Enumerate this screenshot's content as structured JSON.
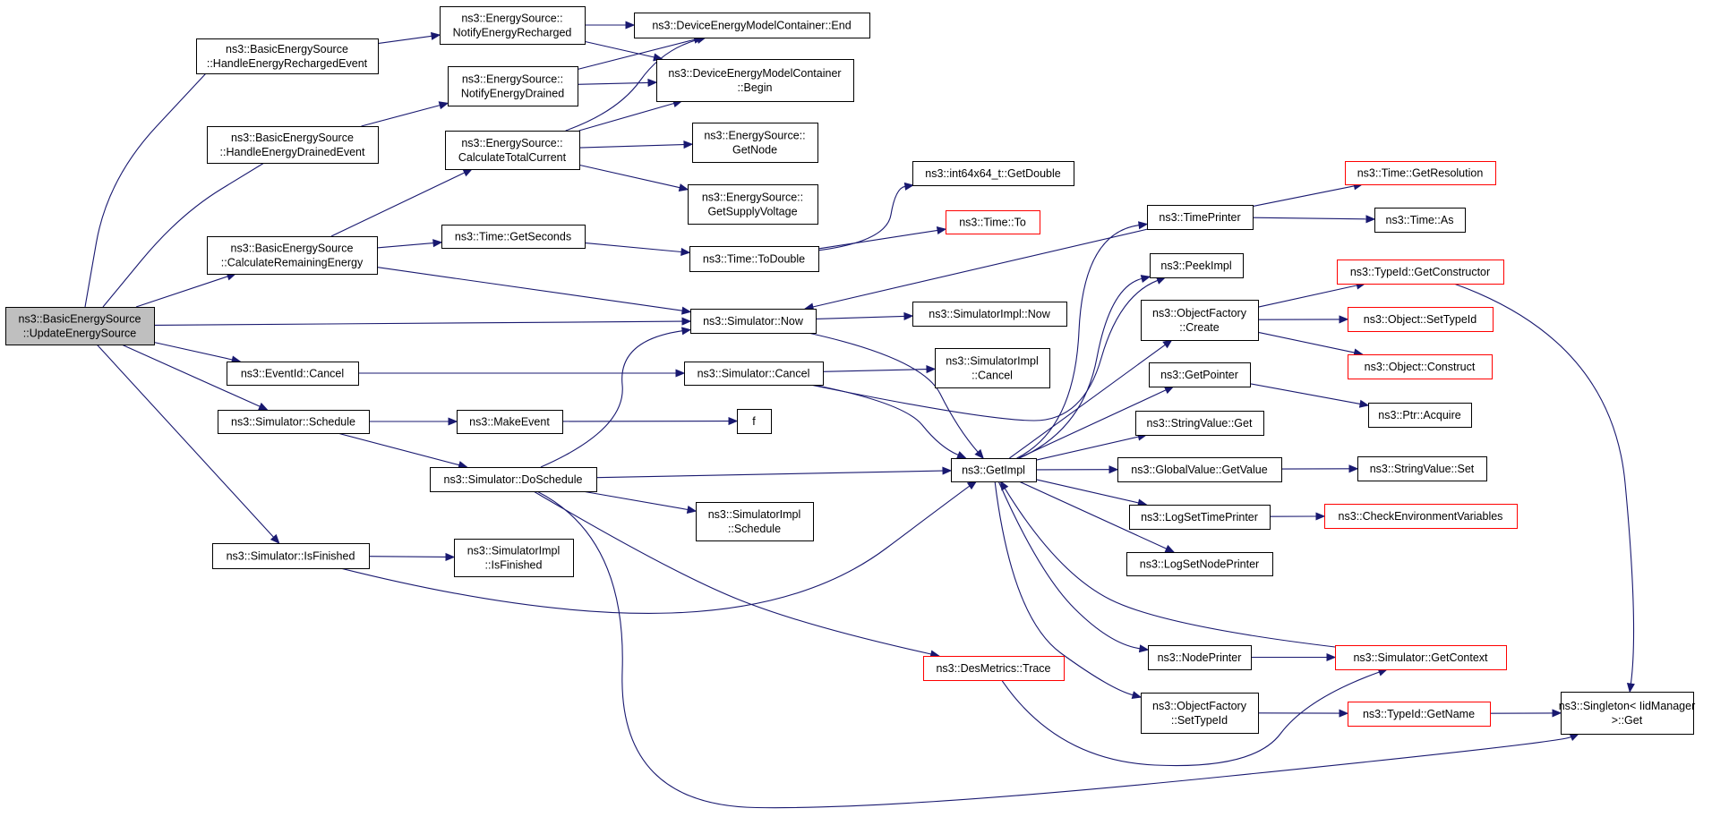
{
  "colors": {
    "edge": "#191970",
    "node_border": "#000000",
    "node_border_truncated": "#ff0000",
    "root_fill": "#bfbfbf",
    "node_fill": "#ffffff"
  },
  "nodes": [
    {
      "id": "root",
      "lines": [
        "ns3::BasicEnergySource",
        "::UpdateEnergySource"
      ],
      "style": "root"
    },
    {
      "id": "handleRecharged",
      "lines": [
        "ns3::BasicEnergySource",
        "::HandleEnergyRechargedEvent"
      ],
      "style": "normal"
    },
    {
      "id": "handleDrained",
      "lines": [
        "ns3::BasicEnergySource",
        "::HandleEnergyDrainedEvent"
      ],
      "style": "normal"
    },
    {
      "id": "calcRemaining",
      "lines": [
        "ns3::BasicEnergySource",
        "::CalculateRemainingEnergy"
      ],
      "style": "normal"
    },
    {
      "id": "eventCancel",
      "lines": [
        "ns3::EventId::Cancel"
      ],
      "style": "normal"
    },
    {
      "id": "simSchedule",
      "lines": [
        "ns3::Simulator::Schedule"
      ],
      "style": "normal"
    },
    {
      "id": "simIsFinished",
      "lines": [
        "ns3::Simulator::IsFinished"
      ],
      "style": "normal"
    },
    {
      "id": "notifyRecharged",
      "lines": [
        "ns3::EnergySource::",
        "NotifyEnergyRecharged"
      ],
      "style": "normal"
    },
    {
      "id": "notifyDrained",
      "lines": [
        "ns3::EnergySource::",
        "NotifyEnergyDrained"
      ],
      "style": "normal"
    },
    {
      "id": "calcTotalCurrent",
      "lines": [
        "ns3::EnergySource::",
        "CalculateTotalCurrent"
      ],
      "style": "normal"
    },
    {
      "id": "timeGetSeconds",
      "lines": [
        "ns3::Time::GetSeconds"
      ],
      "style": "normal"
    },
    {
      "id": "makeEvent",
      "lines": [
        "ns3::MakeEvent"
      ],
      "style": "normal"
    },
    {
      "id": "doSchedule",
      "lines": [
        "ns3::Simulator::DoSchedule"
      ],
      "style": "normal"
    },
    {
      "id": "simImplIsFinished",
      "lines": [
        "ns3::SimulatorImpl",
        "::IsFinished"
      ],
      "style": "normal"
    },
    {
      "id": "demcEnd",
      "lines": [
        "ns3::DeviceEnergyModelContainer::End"
      ],
      "style": "normal"
    },
    {
      "id": "demcBegin",
      "lines": [
        "ns3::DeviceEnergyModelContainer",
        "::Begin"
      ],
      "style": "normal"
    },
    {
      "id": "esGetNode",
      "lines": [
        "ns3::EnergySource::",
        "GetNode"
      ],
      "style": "normal"
    },
    {
      "id": "esGetSupplyVoltage",
      "lines": [
        "ns3::EnergySource::",
        "GetSupplyVoltage"
      ],
      "style": "normal"
    },
    {
      "id": "timeToDouble",
      "lines": [
        "ns3::Time::ToDouble"
      ],
      "style": "normal"
    },
    {
      "id": "simNow",
      "lines": [
        "ns3::Simulator::Now"
      ],
      "style": "normal"
    },
    {
      "id": "simCancel",
      "lines": [
        "ns3::Simulator::Cancel"
      ],
      "style": "normal"
    },
    {
      "id": "f",
      "lines": [
        "f"
      ],
      "style": "normal"
    },
    {
      "id": "simImplSchedule",
      "lines": [
        "ns3::SimulatorImpl",
        "::Schedule"
      ],
      "style": "normal"
    },
    {
      "id": "int64GetDouble",
      "lines": [
        "ns3::int64x64_t::GetDouble"
      ],
      "style": "normal"
    },
    {
      "id": "timeTo",
      "lines": [
        "ns3::Time::To"
      ],
      "style": "red"
    },
    {
      "id": "simImplNow",
      "lines": [
        "ns3::SimulatorImpl::Now"
      ],
      "style": "normal"
    },
    {
      "id": "simImplCancel",
      "lines": [
        "ns3::SimulatorImpl",
        "::Cancel"
      ],
      "style": "normal"
    },
    {
      "id": "getImpl",
      "lines": [
        "ns3::GetImpl"
      ],
      "style": "normal"
    },
    {
      "id": "desMetricsTrace",
      "lines": [
        "ns3::DesMetrics::Trace"
      ],
      "style": "red"
    },
    {
      "id": "timePrinter",
      "lines": [
        "ns3::TimePrinter"
      ],
      "style": "normal"
    },
    {
      "id": "peekImpl",
      "lines": [
        "ns3::PeekImpl"
      ],
      "style": "normal"
    },
    {
      "id": "ofCreate",
      "lines": [
        "ns3::ObjectFactory",
        "::Create"
      ],
      "style": "normal"
    },
    {
      "id": "getPointer",
      "lines": [
        "ns3::GetPointer"
      ],
      "style": "normal"
    },
    {
      "id": "stringValueGet",
      "lines": [
        "ns3::StringValue::Get"
      ],
      "style": "normal"
    },
    {
      "id": "globalValueGetValue",
      "lines": [
        "ns3::GlobalValue::GetValue"
      ],
      "style": "normal"
    },
    {
      "id": "logSetTimePrinter",
      "lines": [
        "ns3::LogSetTimePrinter"
      ],
      "style": "normal"
    },
    {
      "id": "logSetNodePrinter",
      "lines": [
        "ns3::LogSetNodePrinter"
      ],
      "style": "normal"
    },
    {
      "id": "nodePrinter",
      "lines": [
        "ns3::NodePrinter"
      ],
      "style": "normal"
    },
    {
      "id": "ofSetTypeId",
      "lines": [
        "ns3::ObjectFactory",
        "::SetTypeId"
      ],
      "style": "normal"
    },
    {
      "id": "timeGetResolution",
      "lines": [
        "ns3::Time::GetResolution"
      ],
      "style": "red"
    },
    {
      "id": "timeAs",
      "lines": [
        "ns3::Time::As"
      ],
      "style": "normal"
    },
    {
      "id": "typeIdGetConstructor",
      "lines": [
        "ns3::TypeId::GetConstructor"
      ],
      "style": "red"
    },
    {
      "id": "objectSetTypeId",
      "lines": [
        "ns3::Object::SetTypeId"
      ],
      "style": "red"
    },
    {
      "id": "objectConstruct",
      "lines": [
        "ns3::Object::Construct"
      ],
      "style": "red"
    },
    {
      "id": "ptrAcquire",
      "lines": [
        "ns3::Ptr::Acquire"
      ],
      "style": "normal"
    },
    {
      "id": "stringValueSet",
      "lines": [
        "ns3::StringValue::Set"
      ],
      "style": "normal"
    },
    {
      "id": "checkEnvVars",
      "lines": [
        "ns3::CheckEnvironmentVariables"
      ],
      "style": "red"
    },
    {
      "id": "simGetContext",
      "lines": [
        "ns3::Simulator::GetContext"
      ],
      "style": "red"
    },
    {
      "id": "typeIdGetName",
      "lines": [
        "ns3::TypeId::GetName"
      ],
      "style": "red"
    },
    {
      "id": "singletonGet",
      "lines": [
        "ns3::Singleton< IidManager",
        " >::Get"
      ],
      "style": "normal"
    }
  ]
}
